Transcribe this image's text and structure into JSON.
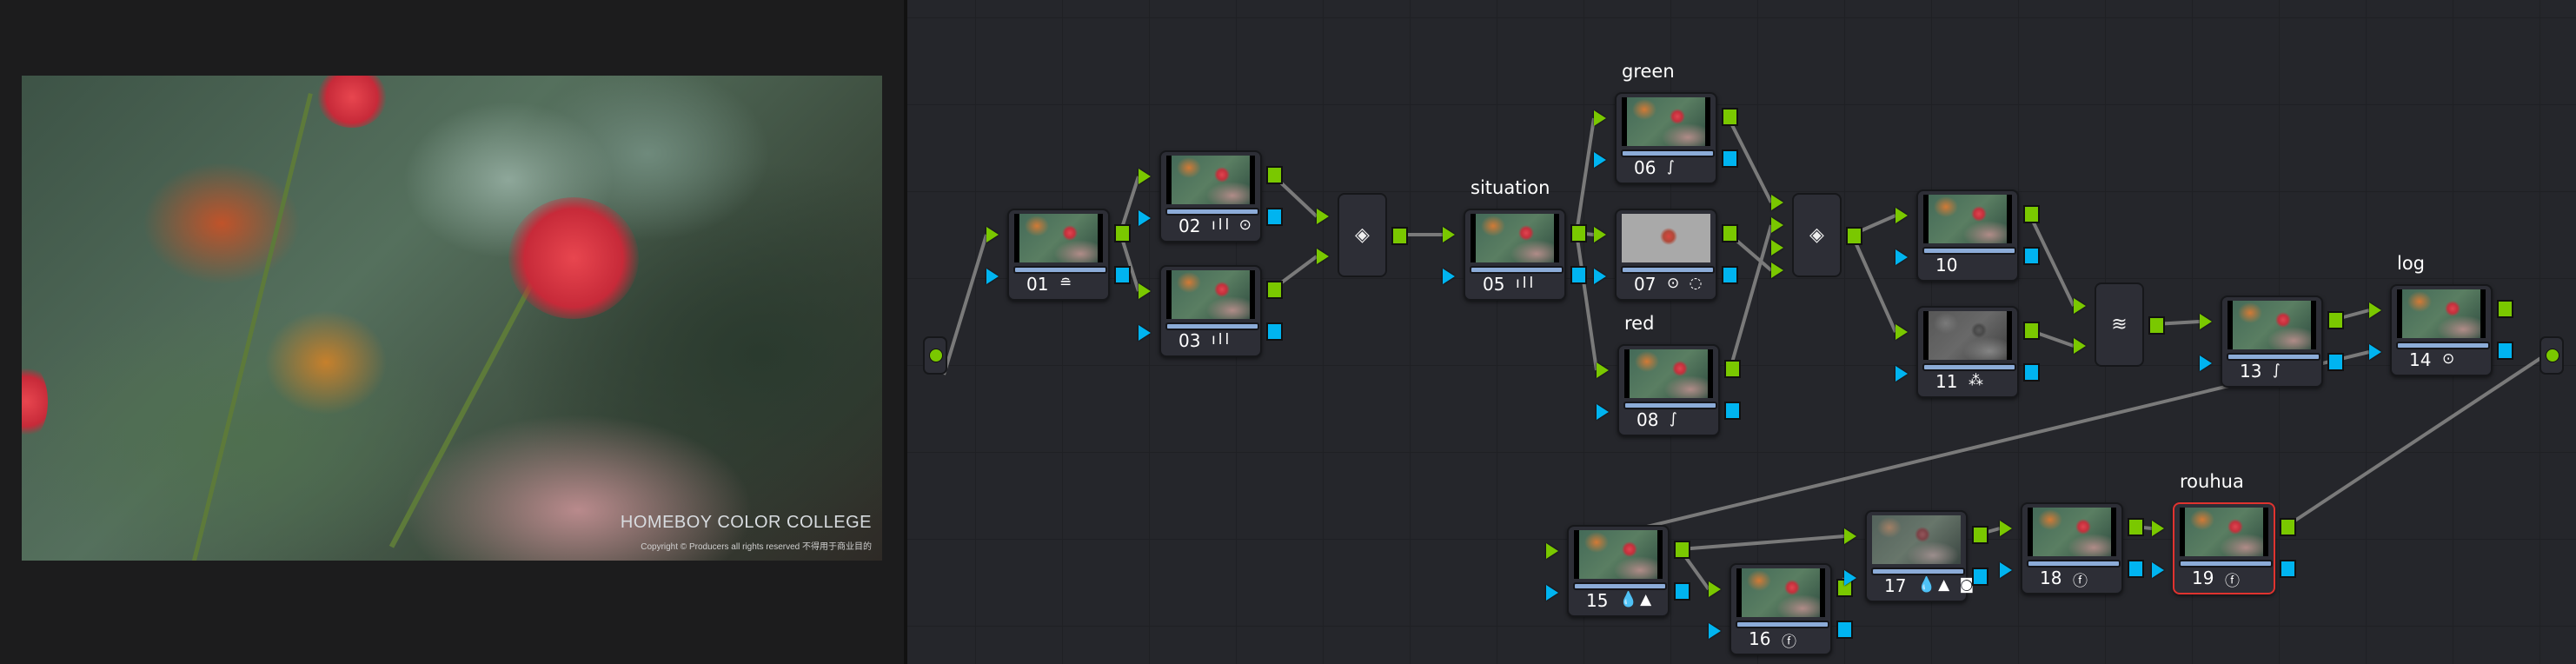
{
  "viewer": {
    "watermark_title": "HOMEBOY COLOR  COLLEGE",
    "watermark_copyright": "Copyright © Producers all rights reserved 不得用于商业目的"
  },
  "node_graph": {
    "nodes": [
      {
        "id": "01",
        "label": "",
        "icons": "≘",
        "thumb": "normal"
      },
      {
        "id": "02",
        "label": "",
        "icons": "ıll ⊙",
        "thumb": "normal"
      },
      {
        "id": "03",
        "label": "",
        "icons": "ıll",
        "thumb": "normal"
      },
      {
        "id": "05",
        "label": "situation",
        "icons": "ıll",
        "thumb": "normal"
      },
      {
        "id": "06",
        "label": "green",
        "icons": "∫",
        "thumb": "normal"
      },
      {
        "id": "07",
        "label": "",
        "icons": "⊙ ◌",
        "thumb": "mask"
      },
      {
        "id": "08",
        "label": "red",
        "icons": "∫",
        "thumb": "normal"
      },
      {
        "id": "10",
        "label": "",
        "icons": "",
        "thumb": "normal"
      },
      {
        "id": "11",
        "label": "",
        "icons": "⁂",
        "thumb": "gray"
      },
      {
        "id": "13",
        "label": "",
        "icons": "∫",
        "thumb": "normal"
      },
      {
        "id": "14",
        "label": "log",
        "icons": "⊙",
        "thumb": "normal"
      },
      {
        "id": "15",
        "label": "",
        "icons": "💧▲",
        "thumb": "normal"
      },
      {
        "id": "16",
        "label": "",
        "icons": "ⓕ",
        "thumb": "normal"
      },
      {
        "id": "17",
        "label": "",
        "icons": "💧▲ ◙",
        "thumb": "faded"
      },
      {
        "id": "18",
        "label": "",
        "icons": "ⓕ",
        "thumb": "normal"
      },
      {
        "id": "19",
        "label": "rouhua",
        "icons": "ⓕ",
        "thumb": "normal",
        "selected": true
      }
    ],
    "mixers": [
      {
        "id": "m1",
        "type": "layer-mixer",
        "icon": "layers-icon"
      },
      {
        "id": "m2",
        "type": "layer-mixer",
        "icon": "layers-icon"
      },
      {
        "id": "m3",
        "type": "parallel-mixer",
        "icon": "parallel-icon"
      }
    ],
    "colors": {
      "rgb_port": "#7ac800",
      "key_port": "#00b4f0",
      "selected": "#e0332f",
      "wire": "#7a7a7a"
    }
  }
}
